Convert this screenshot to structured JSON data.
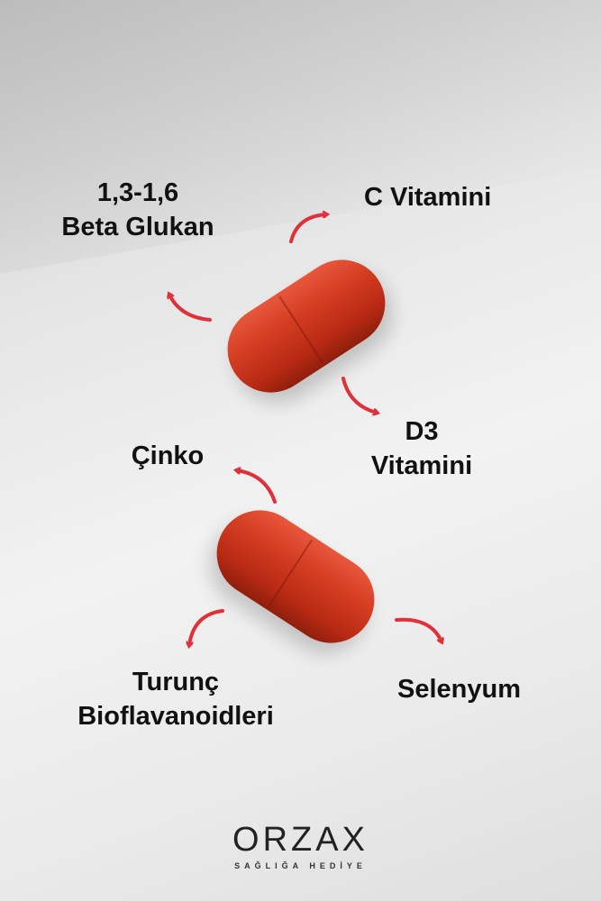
{
  "labels": {
    "beta_line1": "1,3-1,6",
    "beta_line2": "Beta Glukan",
    "c_vitamini": "C Vitamini",
    "d3_line1": "D3",
    "d3_line2": "Vitamini",
    "cinko": "Çinko",
    "turunc_line1": "Turunç",
    "turunc_line2": "Bioflavanoidleri",
    "selenyum": "Selenyum"
  },
  "logo": {
    "brand": "ORZAX",
    "tagline": "SAĞLIĞA HEDİYE"
  },
  "colors": {
    "arrow": "#e0303a",
    "capsule": "#d43d22"
  }
}
